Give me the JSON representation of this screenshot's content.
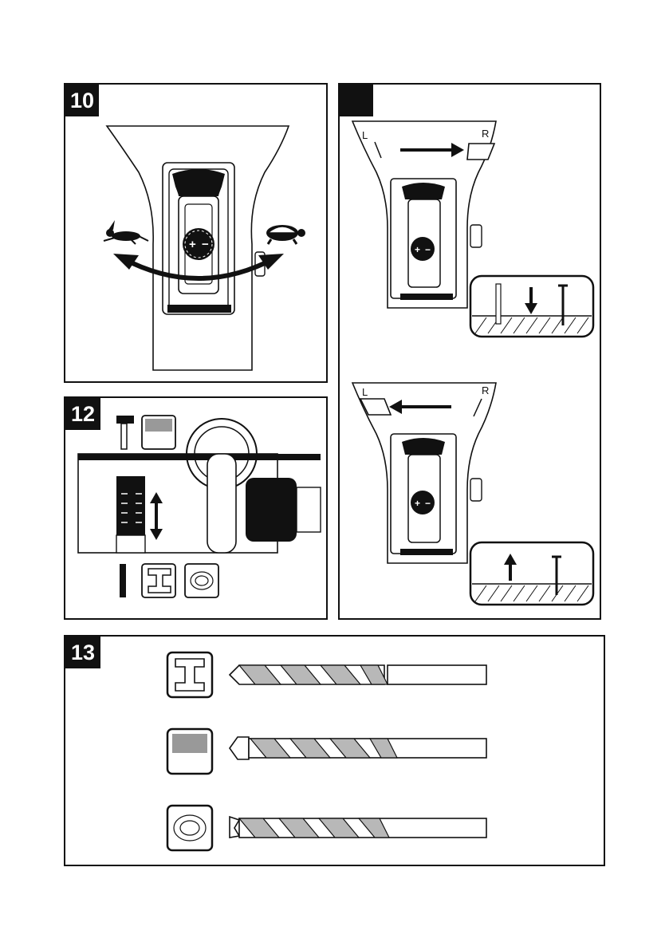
{
  "panels": {
    "p10": {
      "number": "10"
    },
    "p11": {
      "number": ""
    },
    "p12": {
      "number": "12"
    },
    "p13": {
      "number": "13"
    }
  },
  "switch_labels": {
    "left": "L",
    "right": "R"
  },
  "speed_dial": {
    "plus": "+",
    "minus": "−"
  },
  "icons": {
    "speed_fast": "rabbit-icon",
    "speed_slow": "turtle-icon",
    "mode_hammer": "hammer-icon",
    "material_masonry": "brick-wall-icon",
    "material_metal": "steel-beam-icon",
    "material_wood": "wood-icon",
    "drill_bit": "drill-bit-icon"
  },
  "colors": {
    "ink": "#111111",
    "bit_grey": "#b8b8b8",
    "paper": "#ffffff"
  }
}
